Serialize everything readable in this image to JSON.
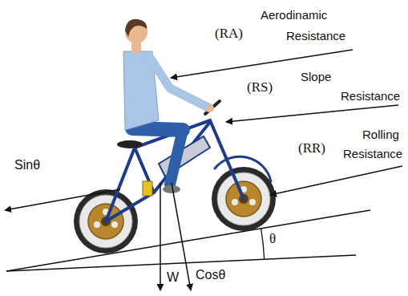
{
  "diagram": {
    "labels": [
      "Aerodinamic Resistance",
      "(RA)",
      "Slope Resistance",
      "(RS)",
      "Rolling Resistance",
      "(RR)",
      "Sinθ",
      "θ",
      "W",
      "Cosθ"
    ]
  }
}
